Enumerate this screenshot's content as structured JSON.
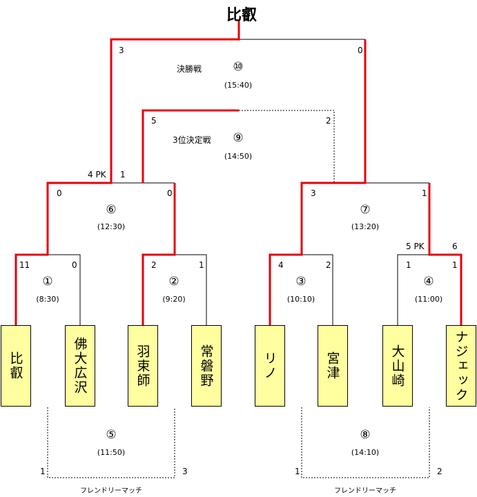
{
  "champion": "比叡",
  "teams": [
    "比叡",
    "佛大広沢",
    "羽束師",
    "常磐野",
    "リノ",
    "宮津",
    "大山崎",
    "ナジェック"
  ],
  "matches": [
    {
      "no": "①",
      "time": "(8:30)",
      "score_left": "11",
      "score_right": "0"
    },
    {
      "no": "②",
      "time": "(9:20)",
      "score_left": "2",
      "score_right": "1"
    },
    {
      "no": "③",
      "time": "(10:10)",
      "score_left": "4",
      "score_right": "2"
    },
    {
      "no": "④",
      "time": "(11:00)",
      "score_left": "1",
      "score_right": "1",
      "pk_left": "5 PK",
      "pk_right": "6"
    },
    {
      "no": "⑤",
      "time": "(11:50)",
      "score_left": "1",
      "score_right": "3",
      "name": "フレンドリーマッチ"
    },
    {
      "no": "⑥",
      "time": "(12:30)",
      "score_left": "0",
      "score_right": "0",
      "pk_left": "4 PK",
      "pk_right": "1"
    },
    {
      "no": "⑦",
      "time": "(13:20)",
      "score_left": "3",
      "score_right": "1"
    },
    {
      "no": "⑧",
      "time": "(14:10)",
      "score_left": "1",
      "score_right": "2",
      "name": "フレンドリーマッチ"
    },
    {
      "no": "⑨",
      "time": "(14:50)",
      "score_left": "5",
      "score_right": "2",
      "name": "3位決定戦"
    },
    {
      "no": "⑩",
      "time": "(15:40)",
      "score_left": "3",
      "score_right": "0",
      "name": "決勝戦"
    }
  ],
  "colors": {
    "winner_line": "#e8000b",
    "line": "#000000",
    "team_fill": "#ffffa0"
  }
}
